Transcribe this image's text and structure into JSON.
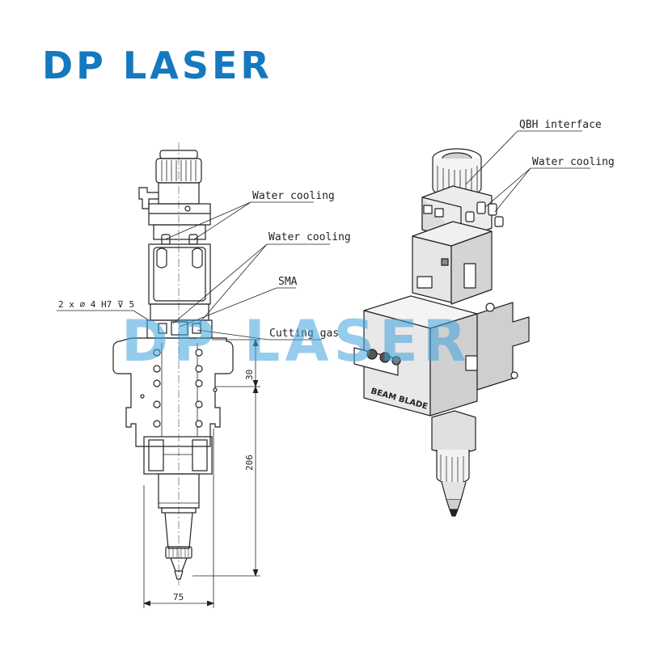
{
  "brand": {
    "logo_text": "DP LASER",
    "color": "#1479bf",
    "watermark_color": "#3fa3dd"
  },
  "labels": {
    "water_cooling_left": "Water cooling",
    "water_cooling_mid": "Water cooling",
    "sma": "SMA",
    "cutting_gas": "Cutting gas",
    "qbh_interface": "QBH interface",
    "water_cooling_right": "Water cooling",
    "hole_spec": "2 x ∅ 4 H7 ⊽ 5"
  },
  "dimensions": {
    "height_upper": "30",
    "height_main": "206",
    "width": "75"
  },
  "product_marking": "BEAM BLADE"
}
